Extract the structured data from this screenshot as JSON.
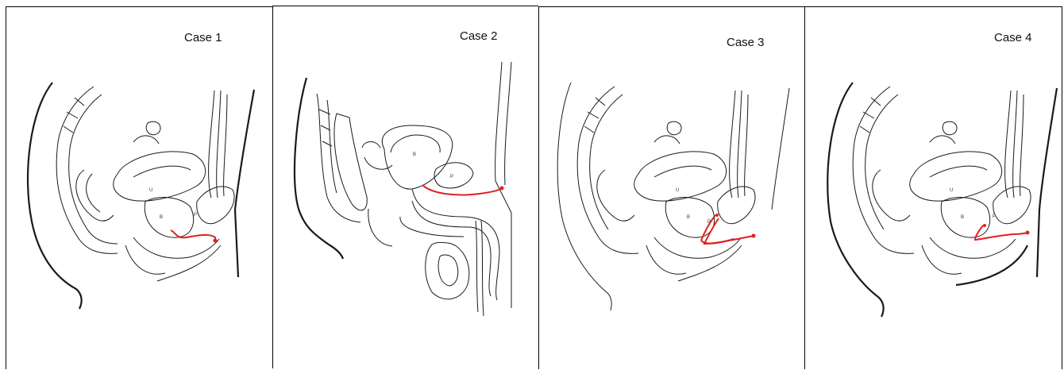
{
  "panels": [
    {
      "title": "Case 1",
      "labels": {
        "U": "U",
        "B": "B",
        "P": "P"
      }
    },
    {
      "title": "Case 2",
      "labels": {
        "B": "B",
        "P": "P"
      }
    },
    {
      "title": "Case 3",
      "labels": {
        "U": "U",
        "B": "B",
        "P": "P"
      }
    },
    {
      "title": "Case 4",
      "labels": {
        "U": "U",
        "B": "B",
        "P": "P"
      }
    }
  ],
  "colors": {
    "outline": "#1a1a1a",
    "fistula_tract": "#e02020"
  }
}
